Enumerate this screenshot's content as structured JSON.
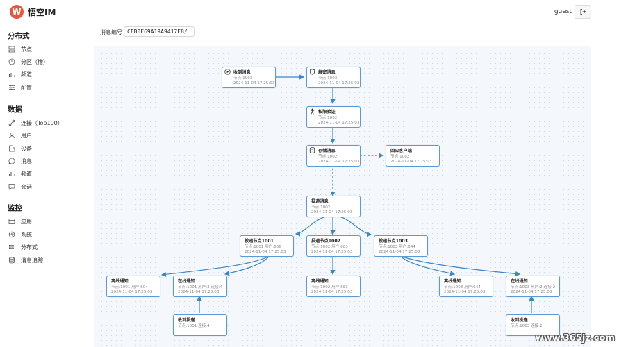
{
  "app": {
    "logo_letter": "W",
    "name": "悟空IM"
  },
  "header": {
    "user": "guest"
  },
  "sidebar": {
    "sections": [
      {
        "title": "分布式",
        "items": [
          {
            "label": "节点",
            "icon": "server-icon"
          },
          {
            "label": "分区（槽）",
            "icon": "clock-icon"
          },
          {
            "label": "频道",
            "icon": "bar-chart-icon"
          },
          {
            "label": "配置",
            "icon": "sliders-icon"
          }
        ]
      },
      {
        "title": "数据",
        "items": [
          {
            "label": "连接（Top100）",
            "icon": "link-icon"
          },
          {
            "label": "用户",
            "icon": "user-icon"
          },
          {
            "label": "设备",
            "icon": "device-icon"
          },
          {
            "label": "消息",
            "icon": "message-icon"
          },
          {
            "label": "频道",
            "icon": "bar-chart-icon"
          },
          {
            "label": "会话",
            "icon": "chat-icon"
          }
        ]
      },
      {
        "title": "监控",
        "items": [
          {
            "label": "应用",
            "icon": "app-icon"
          },
          {
            "label": "系统",
            "icon": "system-icon"
          },
          {
            "label": "分布式",
            "icon": "network-icon"
          },
          {
            "label": "消息追踪",
            "icon": "database-icon"
          }
        ]
      }
    ]
  },
  "search": {
    "label": "消息编号",
    "value": "CFB0F69A19A9417E8/"
  },
  "flow": {
    "nodes": {
      "receive": {
        "title": "收到消息",
        "sub": "节点:1003",
        "time": "2024-11-04 17:25:03",
        "icon": "play-icon"
      },
      "decrypt": {
        "title": "解密消息",
        "sub": "节点:1003",
        "time": "2024-11-04 17:25:03",
        "icon": "shield-icon"
      },
      "auth": {
        "title": "权限验证",
        "sub": "节点:1002",
        "time": "2024-11-04 17:25:03",
        "icon": "person-icon"
      },
      "store": {
        "title": "存储消息",
        "sub": "节点:1002",
        "time": "2024-11-04 17:25:03",
        "icon": "database-icon"
      },
      "reply": {
        "title": "回应客户端",
        "sub": "节点:1002",
        "time": "2024-11-04 17:25:03"
      },
      "deliver": {
        "title": "投递消息",
        "sub": "节点:1002",
        "time": "2024-11-04 17:25:03"
      },
      "dn1001": {
        "title": "投递节点1001",
        "sub": "节点:1001 用户:606",
        "time": "2024-11-04 17:25:03"
      },
      "dn1002": {
        "title": "投递节点1002",
        "sub": "节点:1002 用户:683",
        "time": "2024-11-04 17:25:03"
      },
      "dn1003": {
        "title": "投递节点1003",
        "sub": "节点:1003 用户:644",
        "time": "2024-11-04 17:25:03"
      },
      "off1001": {
        "title": "离线通知",
        "sub": "节点:1001 用户:604",
        "time": "2024-11-04 17:25:03"
      },
      "on1001": {
        "title": "在线通知",
        "sub": "节点:1001 用户:3 连接:4",
        "time": "2024-11-04 17:25:03"
      },
      "off1002": {
        "title": "离线通知",
        "sub": "节点:1002 用户:683",
        "time": "2024-11-04 17:25:03"
      },
      "off1003": {
        "title": "离线通知",
        "sub": "节点:1003 用户:644",
        "time": "2024-11-04 17:25:03"
      },
      "on1003": {
        "title": "在线通知",
        "sub": "节点:1003 用户:2 连接:2",
        "time": "2024-11-04 17:25:03"
      },
      "ack1001": {
        "title": "收到投递",
        "sub": "节点:1001 连接:4"
      },
      "ack1003": {
        "title": "收到投递",
        "sub": "节点:1003 连接:2"
      }
    }
  },
  "colors": {
    "accent": "#3a86c8",
    "logo": "#e8553a",
    "node_border": "#5b9bd5"
  },
  "watermark": "www.365jz.com"
}
